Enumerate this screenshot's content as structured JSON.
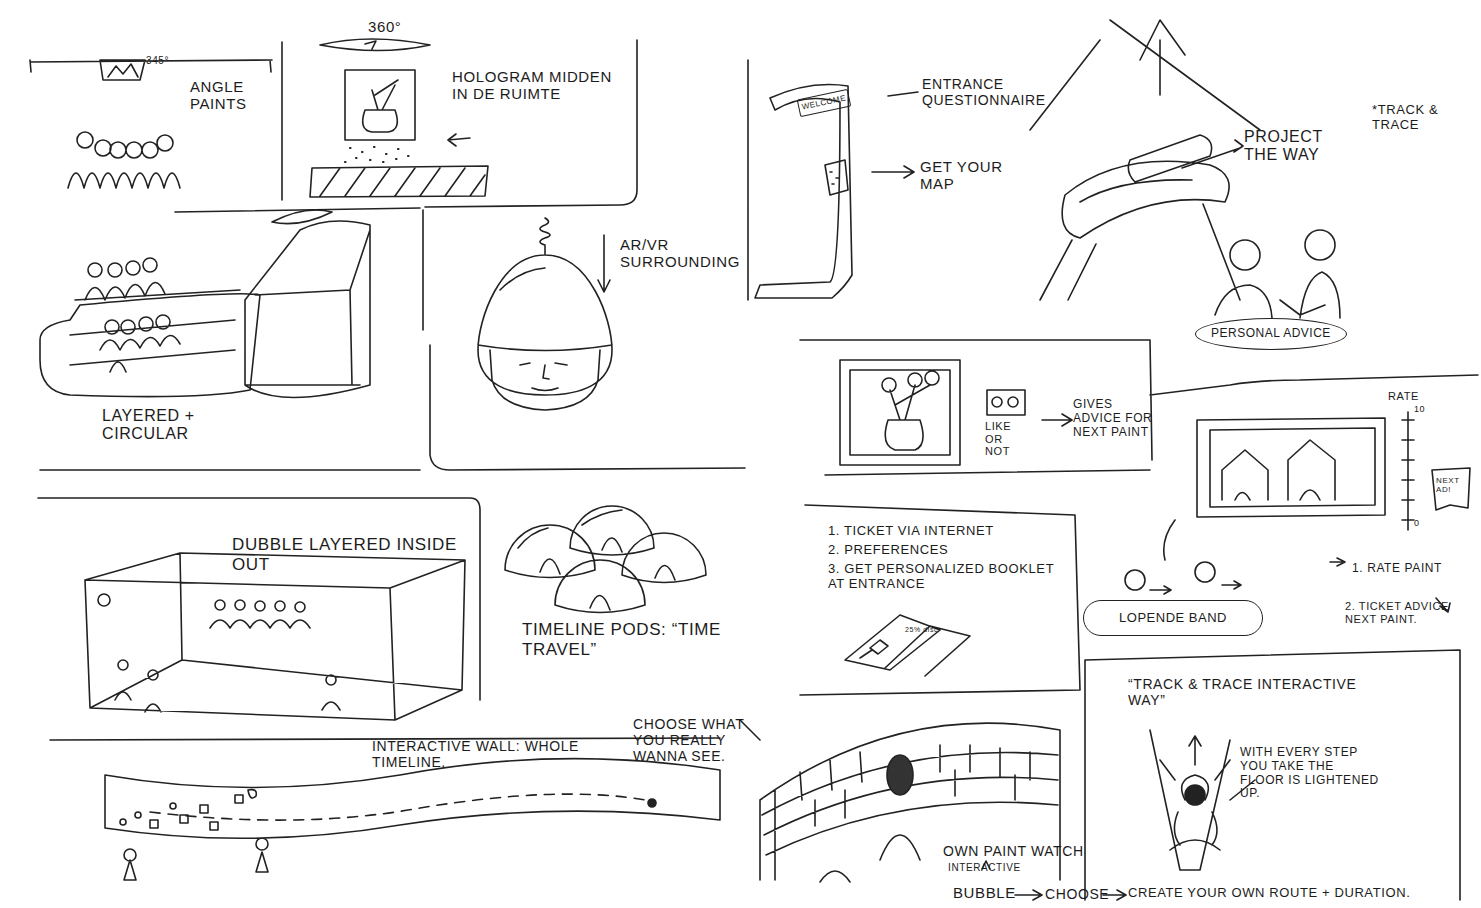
{
  "diagram": {
    "nodes": [
      {
        "text": [
          "WELCOME"
        ]
      },
      {
        "text": [
          "PERSONAL ADVICE"
        ]
      },
      {
        "text": [
          "LOPENDE BAND"
        ]
      }
    ],
    "labels": [
      "360°",
      "345°",
      "ANGLE PAINTS",
      "HOLOGRAM MIDDEN IN DE RUIMTE",
      "ENTRANCE QUESTIONNAIRE",
      "*TRACK & TRACE",
      "PROJECT THE WAY",
      "GET YOUR MAP",
      "AR/VR SURROUNDING",
      "LAYERED + CIRCULAR",
      "LIKE OR NOT",
      "GIVES ADVICE FOR NEXT PAINT",
      "RATE",
      "10",
      "NEXT AD!",
      "0",
      "1. TICKET VIA INTERNET",
      "2. PREFERENCES",
      "3. GET PERSONALIZED BOOKLET AT ENTRANCE",
      "25% disc",
      "DUBBLE LAYERED INSIDE OUT",
      "TIMELINE PODS: “TIME TRAVEL”",
      "1. RATE PAINT",
      "2. TICKET ADVICE NEXT PAINT.",
      "“TRACK & TRACE INTERACTIVE WAY”",
      "INTERACTIVE WALL: WHOLE TIMELINE.",
      "CHOOSE WHAT YOU REALLY WANNA SEE.",
      "WITH EVERY STEP YOU TAKE THE FLOOR IS LIGHTENED UP.",
      "INTERACTIVE",
      "OWN PAINT WATCH",
      "BUBBLE",
      "CHOOSE",
      "CREATE YOUR OWN ROUTE + DURATION."
    ]
  }
}
